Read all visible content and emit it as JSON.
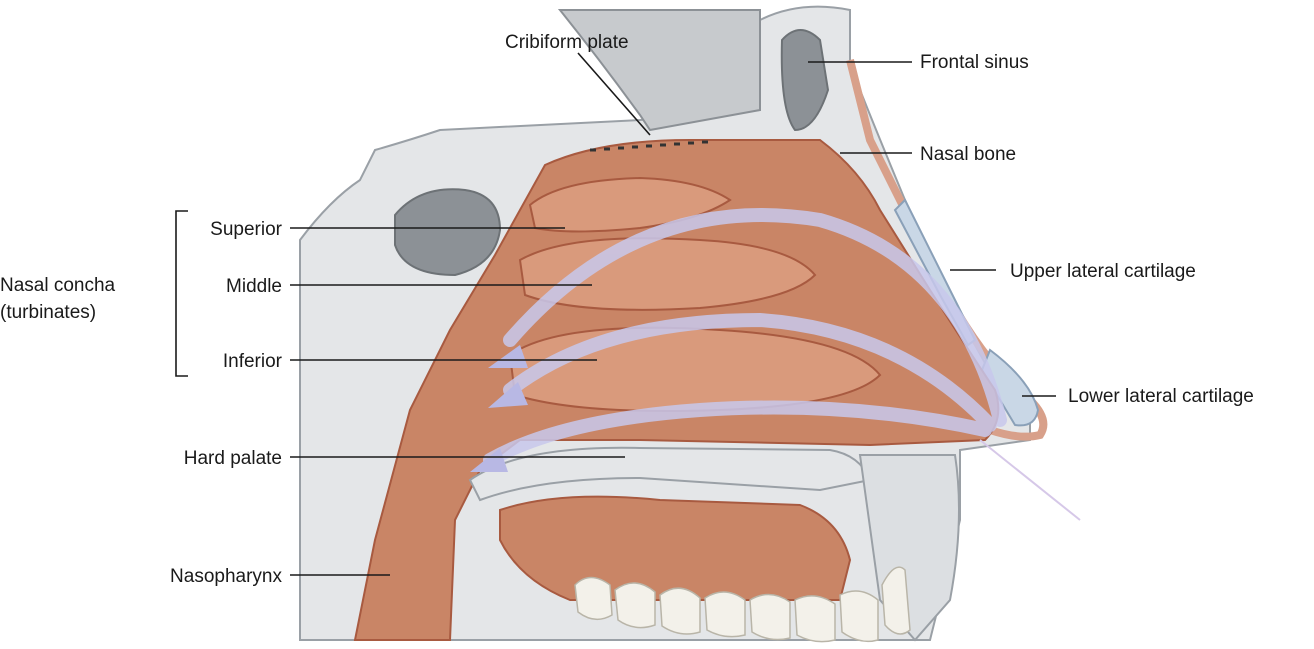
{
  "labels": {
    "cribriform": "Cribiform plate",
    "frontal_sinus": "Frontal sinus",
    "nasal_bone": "Nasal bone",
    "upper_lateral": "Upper lateral cartilage",
    "lower_lateral": "Lower lateral cartilage",
    "concha_group_line1": "Nasal concha",
    "concha_group_line2": "(turbinates)",
    "superior": "Superior",
    "middle": "Middle",
    "inferior": "Inferior",
    "hard_palate": "Hard palate",
    "nasopharynx": "Nasopharynx"
  },
  "colors": {
    "mucosa": "#c98566",
    "mucosa_dark": "#a85a40",
    "turbinate": "#d99a7c",
    "bone": "#e4e6e8",
    "bone_outline": "#9aa0a6",
    "sinus": "#8c9196",
    "airflow": "#c8c8ec",
    "teeth": "#f3f1ea"
  }
}
